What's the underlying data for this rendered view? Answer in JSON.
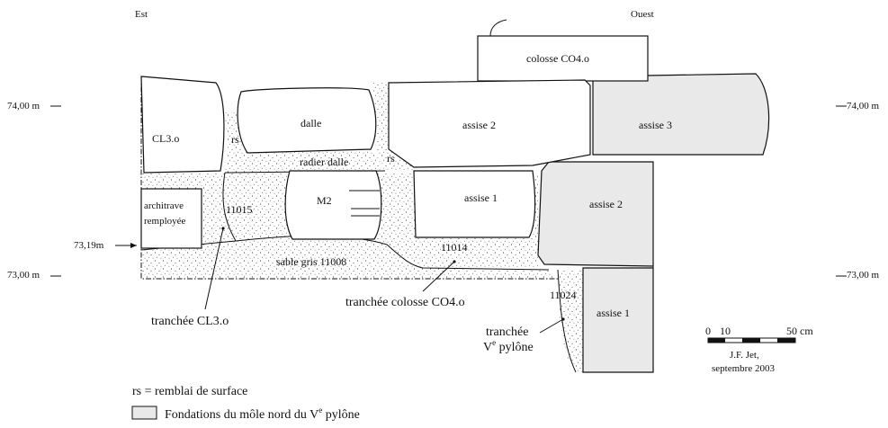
{
  "orientation": {
    "left": "Est",
    "right": "Ouest"
  },
  "levels": {
    "l7400": "74,00 m",
    "l7300": "73,00 m",
    "l7319": "73,19m"
  },
  "blocks": {
    "colosse": "colosse  CO4.o",
    "cl3": "CL3.o",
    "dalle": "dalle",
    "assise2_main": "assise 2",
    "assise1_main": "assise 1",
    "assise3_grey": "assise 3",
    "assise2_grey": "assise 2",
    "assise1_grey": "assise 1",
    "architrave_l1": "architrave",
    "architrave_l2": "remployée",
    "m2": "M2"
  },
  "fills": {
    "rs_left": "rs",
    "rs_mid": "rs",
    "radier": "radier dalle",
    "u11015": "11015",
    "u11014": "11014",
    "u11024": "11024",
    "sable": "sable gris 11008"
  },
  "trenches": {
    "cl3": "tranchée CL3.o",
    "colosse": "tranchée colosse CO4.o",
    "pylone_l1": "tranchée",
    "pylone_l2_main": "V",
    "pylone_l2_sup": "e",
    "pylone_l2_tail": " pylône"
  },
  "scale": {
    "t0": "0",
    "t10": "10",
    "t50": "50 cm"
  },
  "credit": {
    "line1": "J.F. Jet,",
    "line2": "septembre 2003"
  },
  "legend": {
    "rs": "rs = remblai de surface",
    "fondations_main": "Fondations du môle nord du V",
    "fondations_sup": "e",
    "fondations_tail": " pylône",
    "swatch_color": "#e9e9e9"
  }
}
